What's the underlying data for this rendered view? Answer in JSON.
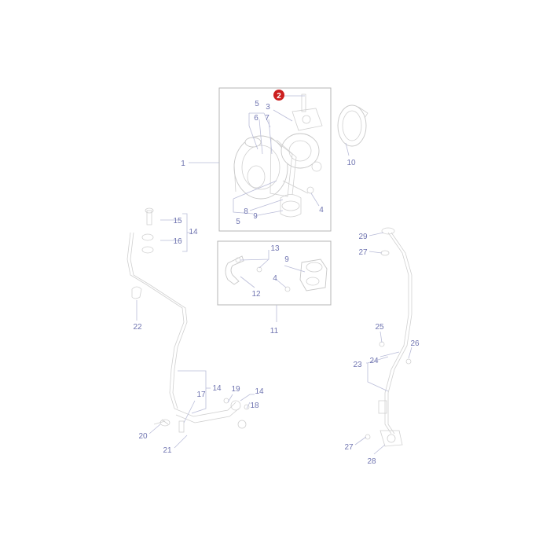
{
  "diagram": {
    "highlight_color": "#cc1f1f",
    "label_color": "#6f74b0",
    "highlighted_label": "2",
    "labels": {
      "l1": "1",
      "l2": "2",
      "l3": "3",
      "l4a": "4",
      "l4b": "4",
      "l5a": "5",
      "l5b": "5",
      "l6": "6",
      "l7": "7",
      "l8": "8",
      "l9a": "9",
      "l9b": "9",
      "l10": "10",
      "l11": "11",
      "l12": "12",
      "l13": "13",
      "l14a": "14",
      "l14b": "14",
      "l14c": "14",
      "l15": "15",
      "l16": "16",
      "l17": "17",
      "l18": "18",
      "l19": "19",
      "l20": "20",
      "l21": "21",
      "l22": "22",
      "l23": "23",
      "l24": "24",
      "l25": "25",
      "l26": "26",
      "l27a": "27",
      "l27b": "27",
      "l28": "28",
      "l29": "29"
    }
  }
}
